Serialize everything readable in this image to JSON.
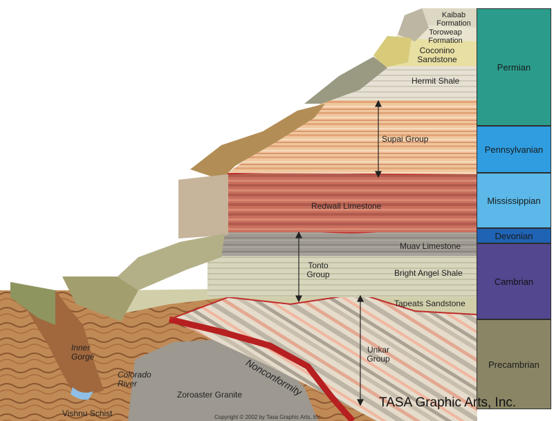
{
  "formations": {
    "kaibab": "Kaibab\nFormation",
    "toroweap": "Toroweap\nFormation",
    "coconino": "Coconino\nSandstone",
    "hermit": "Hermit Shale",
    "supai": "Supai Group",
    "redwall": "Redwall Limestone",
    "muav": "Muav Limestone",
    "tonto": "Tonto\nGroup",
    "bright_angel": "Bright Angel Shale",
    "tapeats": "Tapeats Sandstone",
    "unkar": "Unkar\nGroup",
    "nonconformity": "Nonconformity",
    "zoroaster": "Zoroaster Granite",
    "vishnu": "Vishnu Schist",
    "inner_gorge": "Inner\nGorge",
    "colorado_river": "Colorado\nRiver"
  },
  "periods": {
    "permian": "Permian",
    "pennsylvanian": "Pennsylvanian",
    "mississippian": "Mississippian",
    "devonian": "Devonian",
    "cambrian": "Cambrian",
    "precambrian": "Precambrian"
  },
  "period_colors": {
    "permian": "#2b9c8c",
    "pennsylvanian": "#2f9de0",
    "mississippian": "#5bb8e8",
    "devonian": "#1f63b4",
    "cambrian": "#53478f",
    "precambrian": "#8a8565"
  },
  "credits": {
    "brand": "TASA Graphic Arts, Inc.",
    "copyright": "Copyright © 2002 by Tasa Graphic Arts, Inc."
  }
}
